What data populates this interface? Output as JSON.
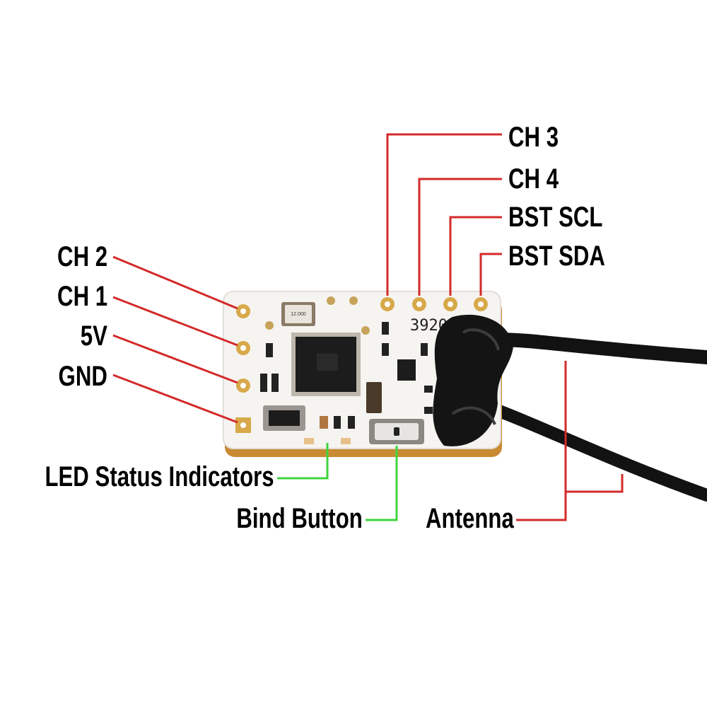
{
  "labels": {
    "ch3": "CH 3",
    "ch4": "CH 4",
    "bst_scl": "BST SCL",
    "bst_sda": "BST SDA",
    "ch2": "CH 2",
    "ch1": "CH 1",
    "v5": "5V",
    "gnd": "GND",
    "led": "LED Status Indicators",
    "bind": "Bind Button",
    "antenna": "Antenna"
  },
  "board": {
    "crystal_marking": "12.000",
    "silkscreen": "3920"
  },
  "colors": {
    "pin_leader": "#d42a2a",
    "feature_leader": "#3fd43f",
    "pcb": "#f6f4f1",
    "pcb_edge": "#c98a32",
    "gold_pad": "#d8a94a",
    "chip": "#1c1c1c",
    "antenna": "#121212",
    "label_text": "#000000"
  }
}
